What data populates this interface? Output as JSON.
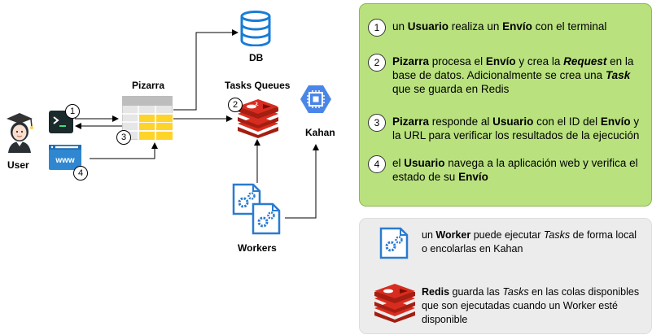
{
  "nodes": {
    "user": "User",
    "pizarra": "Pizarra",
    "db": "DB",
    "tasks_queues": "Tasks Queues",
    "kahan": "Kahan",
    "workers": "Workers",
    "terminal_icon": "terminal-icon",
    "web_icon": "www-icon",
    "www_text": "www"
  },
  "markers": [
    "1",
    "2",
    "3",
    "4"
  ],
  "steps": [
    {
      "num": "1",
      "parts": [
        [
          "un ",
          ""
        ],
        [
          "Usuario",
          "b"
        ],
        [
          " realiza un ",
          ""
        ],
        [
          "Envío",
          "b"
        ],
        [
          " con el terminal",
          ""
        ]
      ]
    },
    {
      "num": "2",
      "parts": [
        [
          "Pizarra",
          "b"
        ],
        [
          " procesa el ",
          ""
        ],
        [
          "Envío",
          "b"
        ],
        [
          " y crea la ",
          ""
        ],
        [
          "Request",
          "bi"
        ],
        [
          " en la base de datos. Adicionalmente se crea una ",
          ""
        ],
        [
          "Task",
          "bi"
        ],
        [
          " que se guarda en Redis",
          ""
        ]
      ]
    },
    {
      "num": "3",
      "parts": [
        [
          "Pizarra",
          "b"
        ],
        [
          " responde al ",
          ""
        ],
        [
          "Usuario",
          "b"
        ],
        [
          " con el ID del ",
          ""
        ],
        [
          "Envío",
          "b"
        ],
        [
          " y la URL para verificar los resultados de la ejecución",
          ""
        ]
      ]
    },
    {
      "num": "4",
      "parts": [
        [
          "el ",
          ""
        ],
        [
          "Usuario",
          "b"
        ],
        [
          " navega a la aplicación web y verifica el estado de su ",
          ""
        ],
        [
          "Envío",
          "b"
        ]
      ]
    }
  ],
  "legend": [
    {
      "icon": "worker-icon",
      "parts": [
        [
          "un ",
          ""
        ],
        [
          "Worker",
          "b"
        ],
        [
          " puede ejecutar ",
          ""
        ],
        [
          "Tasks",
          "i"
        ],
        [
          " de forma local o encolarlas en Kahan",
          ""
        ]
      ]
    },
    {
      "icon": "redis-icon",
      "parts": [
        [
          "Redis",
          "b"
        ],
        [
          " guarda las ",
          ""
        ],
        [
          "Tasks",
          "i"
        ],
        [
          " en las colas disponibles que son ejecutadas cuando un Worker esté disponible",
          ""
        ]
      ]
    }
  ],
  "colors": {
    "green_panel": "#b9e27f",
    "grey_panel": "#ececec",
    "redis_red": "#d82c20",
    "db_blue": "#1a7cd6",
    "kahan_blue": "#4a86e8",
    "table_yellow": "#ffd42a"
  }
}
